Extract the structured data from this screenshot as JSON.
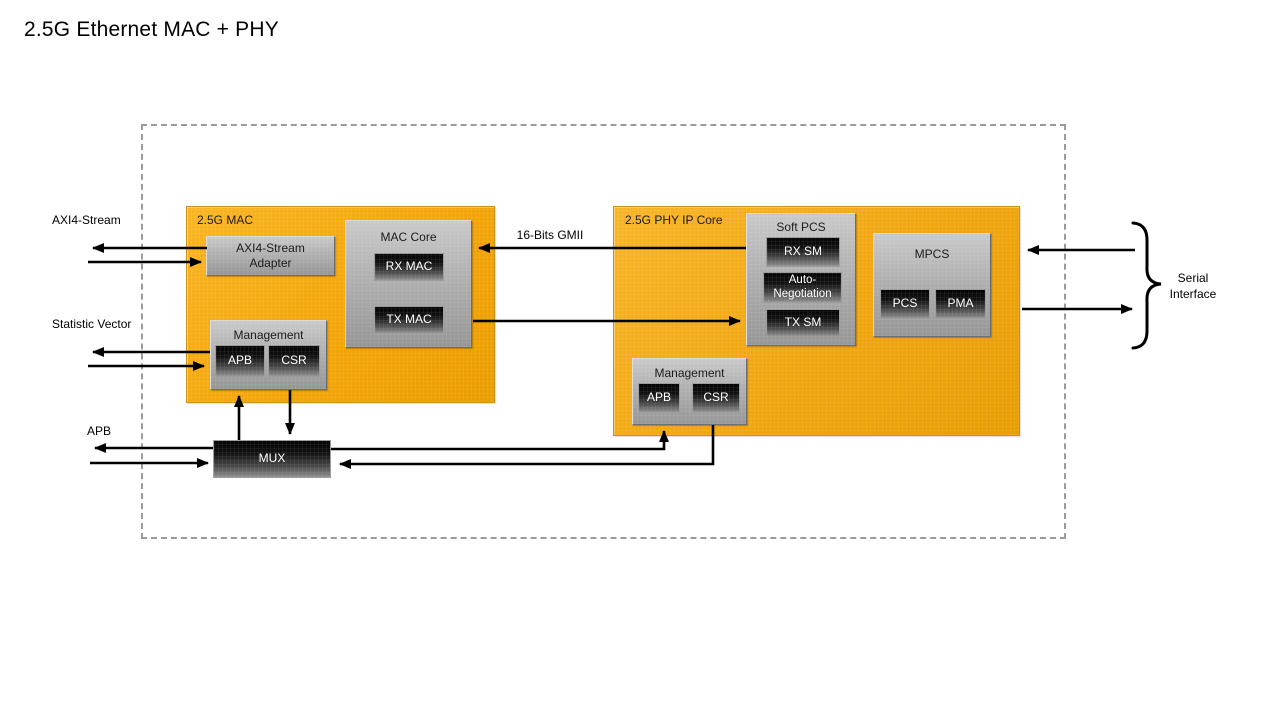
{
  "title": "2.5G Ethernet MAC + PHY",
  "external_labels": {
    "axi4_stream": "AXI4-Stream",
    "statistic_vector": "Statistic Vector",
    "apb": "APB",
    "gmii": "16-Bits GMII",
    "serial_interface": "Serial Interface"
  },
  "mac_block": {
    "title": "2.5G MAC",
    "adapter_label": "AXI4-Stream Adapter",
    "mac_core": {
      "title": "MAC Core",
      "rx_label": "RX MAC",
      "tx_label": "TX MAC"
    },
    "management": {
      "title": "Management",
      "apb_label": "APB",
      "csr_label": "CSR"
    }
  },
  "phy_block": {
    "title": "2.5G PHY IP Core",
    "soft_pcs": {
      "title": "Soft PCS",
      "rx_label": "RX SM",
      "autoneg_label": "Auto-Negotiation",
      "tx_label": "TX SM"
    },
    "mpcs": {
      "title": "MPCS",
      "pcs_label": "PCS",
      "pma_label": "PMA"
    },
    "management": {
      "title": "Management",
      "apb_label": "APB",
      "csr_label": "CSR"
    }
  },
  "mux_label": "MUX",
  "colors": {
    "orange": "#f2a60c",
    "gray_module": "#b0b0b0",
    "dark_module_top": "#050505",
    "dark_module_bottom": "#8f8f8f",
    "wire": "#000000",
    "dashed_border": "#9b9b9b"
  }
}
